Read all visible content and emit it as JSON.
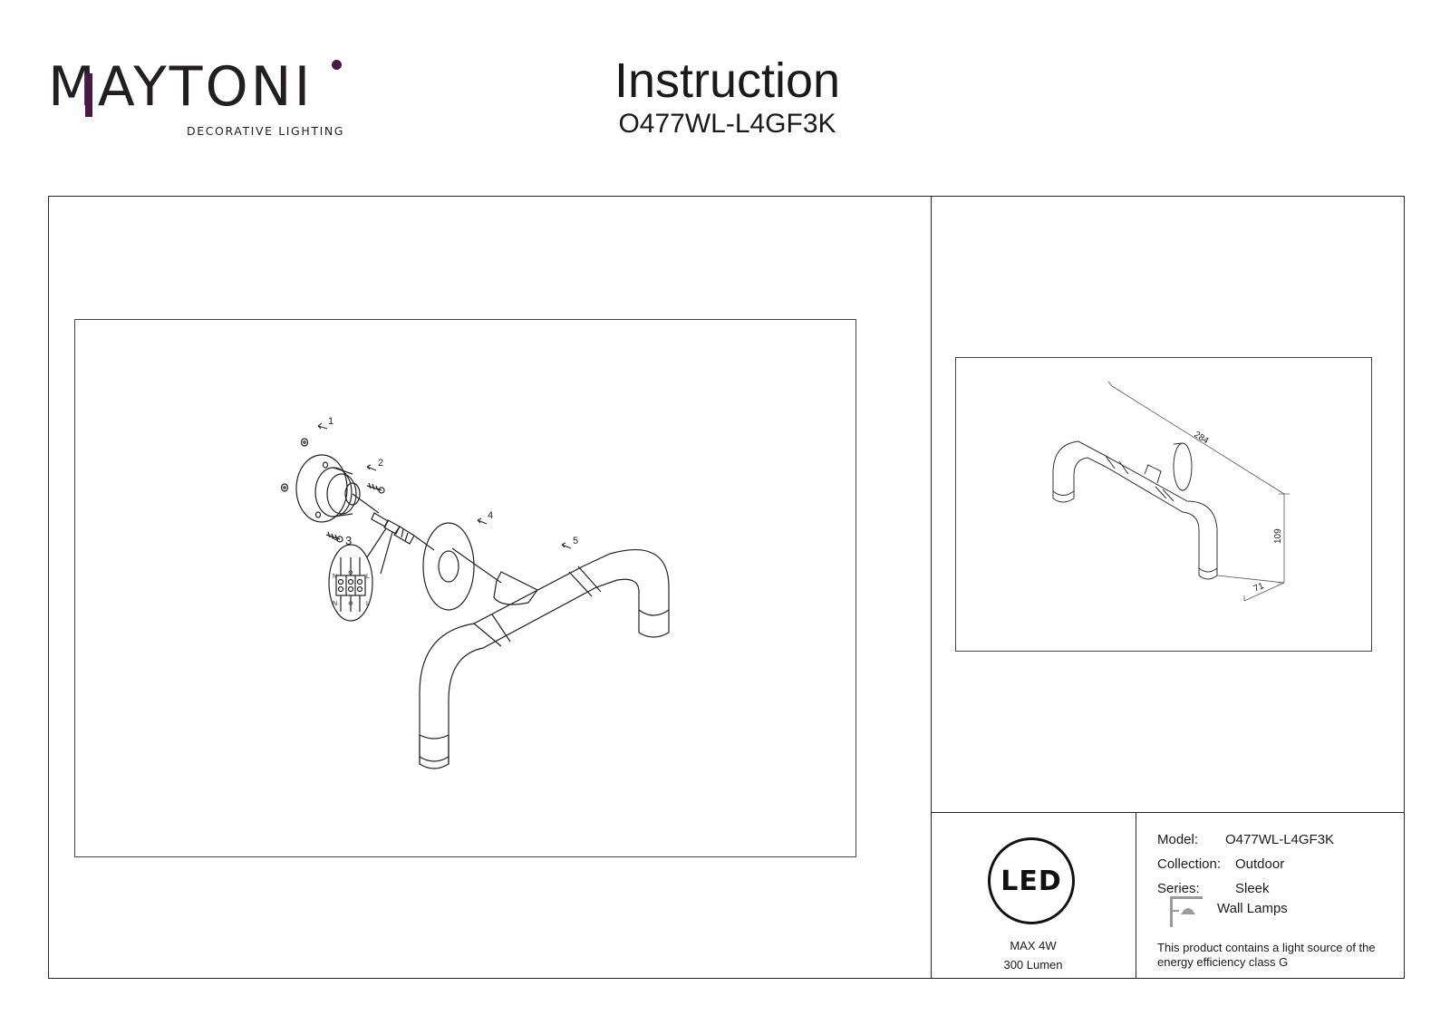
{
  "logo": {
    "brand": "MAYTONI",
    "tagline": "DECORATIVE LIGHTING",
    "accent_color": "#4a1a44"
  },
  "header": {
    "title": "Instruction",
    "model_code": "O477WL-L4GF3K"
  },
  "assembly": {
    "callouts": [
      "1",
      "2",
      "3",
      "4",
      "5"
    ],
    "terminal_labels": [
      "N",
      "⊕",
      "L",
      "N",
      "⊕",
      "L"
    ]
  },
  "dimensions": {
    "length": "284",
    "height": "109",
    "depth": "71"
  },
  "led_badge": {
    "text": "LED",
    "power": "MAX 4W",
    "lumen": "300 Lumen"
  },
  "spec": {
    "model_label": "Model:",
    "model_value": "O477WL-L4GF3K",
    "collection_label": "Collection:",
    "collection_value": "Outdoor",
    "series_label": "Series:",
    "series_value": "Sleek",
    "type_icon": "wall-lamp-icon",
    "type_value": "Wall Lamps",
    "energy_note_line1": "This product contains a light source of the",
    "energy_note_line2": "energy efficiency class G"
  }
}
